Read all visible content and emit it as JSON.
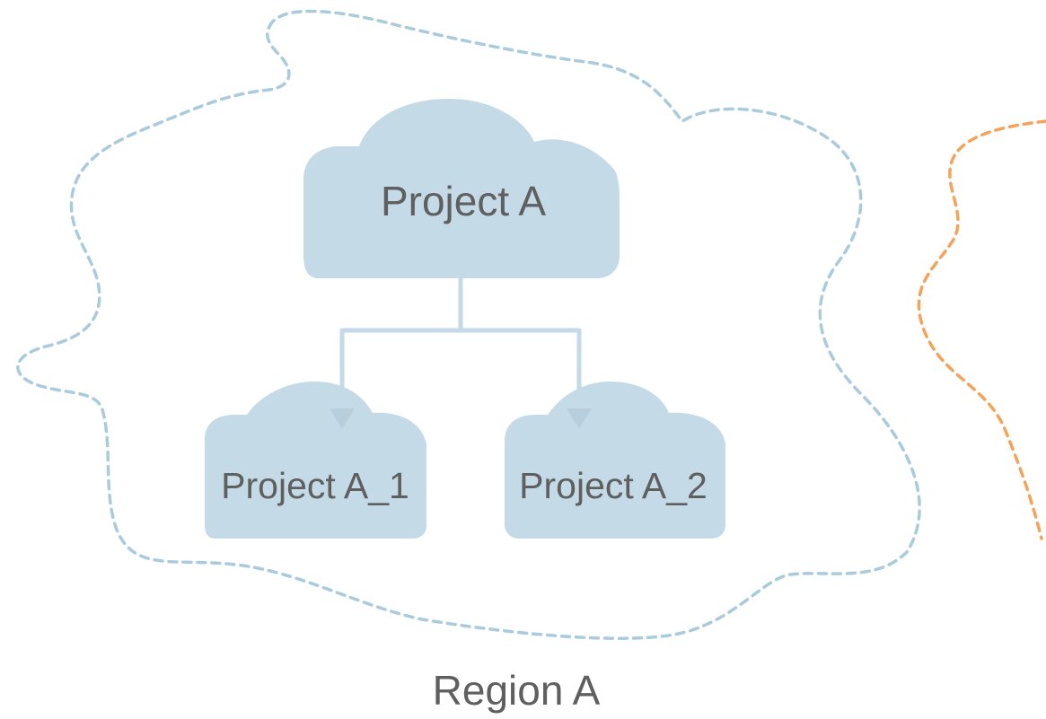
{
  "diagram": {
    "region": {
      "label": "Region A"
    },
    "parent_project": {
      "label": "Project A"
    },
    "child_projects": [
      {
        "label": "Project A_1"
      },
      {
        "label": "Project A_2"
      }
    ]
  },
  "colors": {
    "cloud_fill": "#c4dbe7",
    "region_a_border": "#a9cbdc",
    "region_b_border": "#f5a35a",
    "text": "#5f5f5f"
  }
}
